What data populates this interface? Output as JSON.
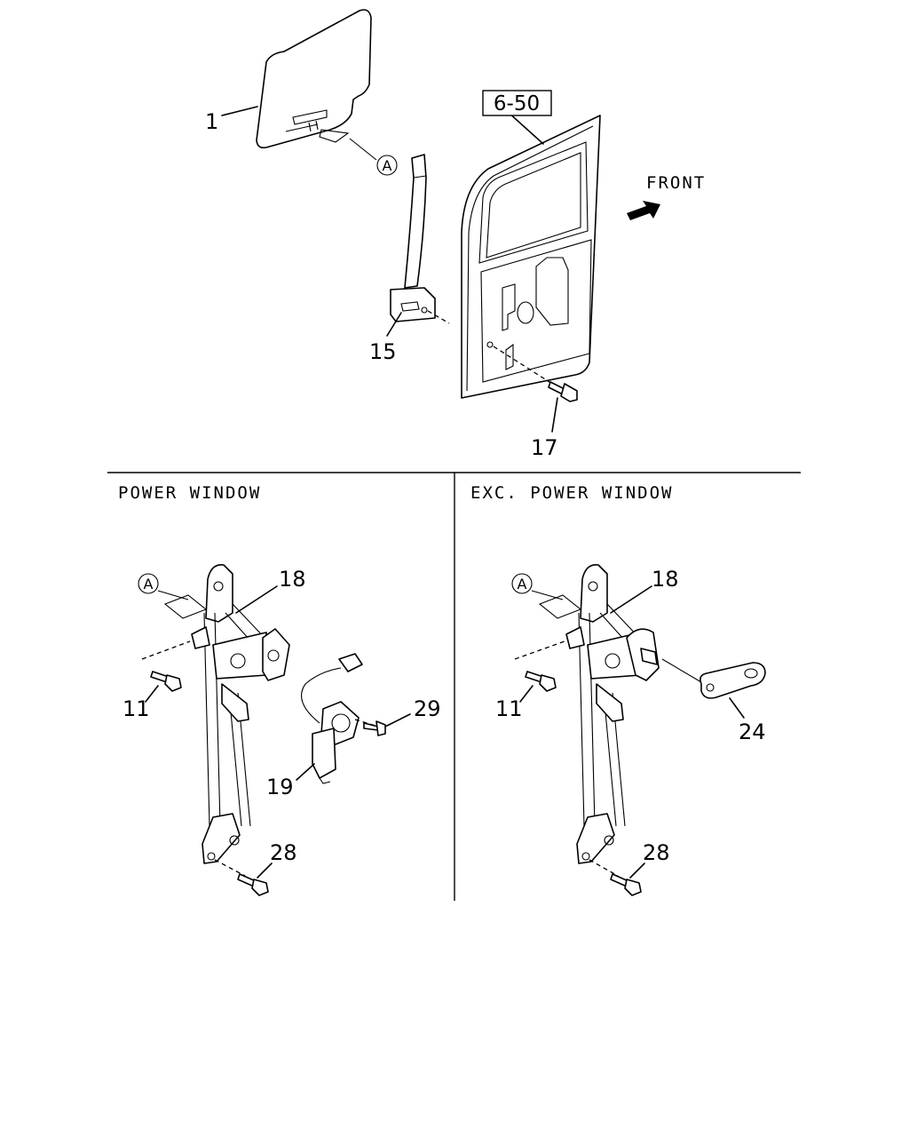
{
  "callouts": {
    "glass": "1",
    "door_ref": "6-50",
    "front": "FRONT",
    "circle_a_top": "A",
    "channel": "15",
    "bolt_top": "17"
  },
  "sections": {
    "left_title": "POWER WINDOW",
    "right_title": "EXC. POWER WINDOW"
  },
  "left": {
    "circle_a": "A",
    "regulator": "18",
    "bolt_upper": "11",
    "screw": "29",
    "motor": "19",
    "bolt_lower": "28"
  },
  "right": {
    "circle_a": "A",
    "regulator": "18",
    "bolt_upper": "11",
    "handle": "24",
    "bolt_lower": "28"
  }
}
